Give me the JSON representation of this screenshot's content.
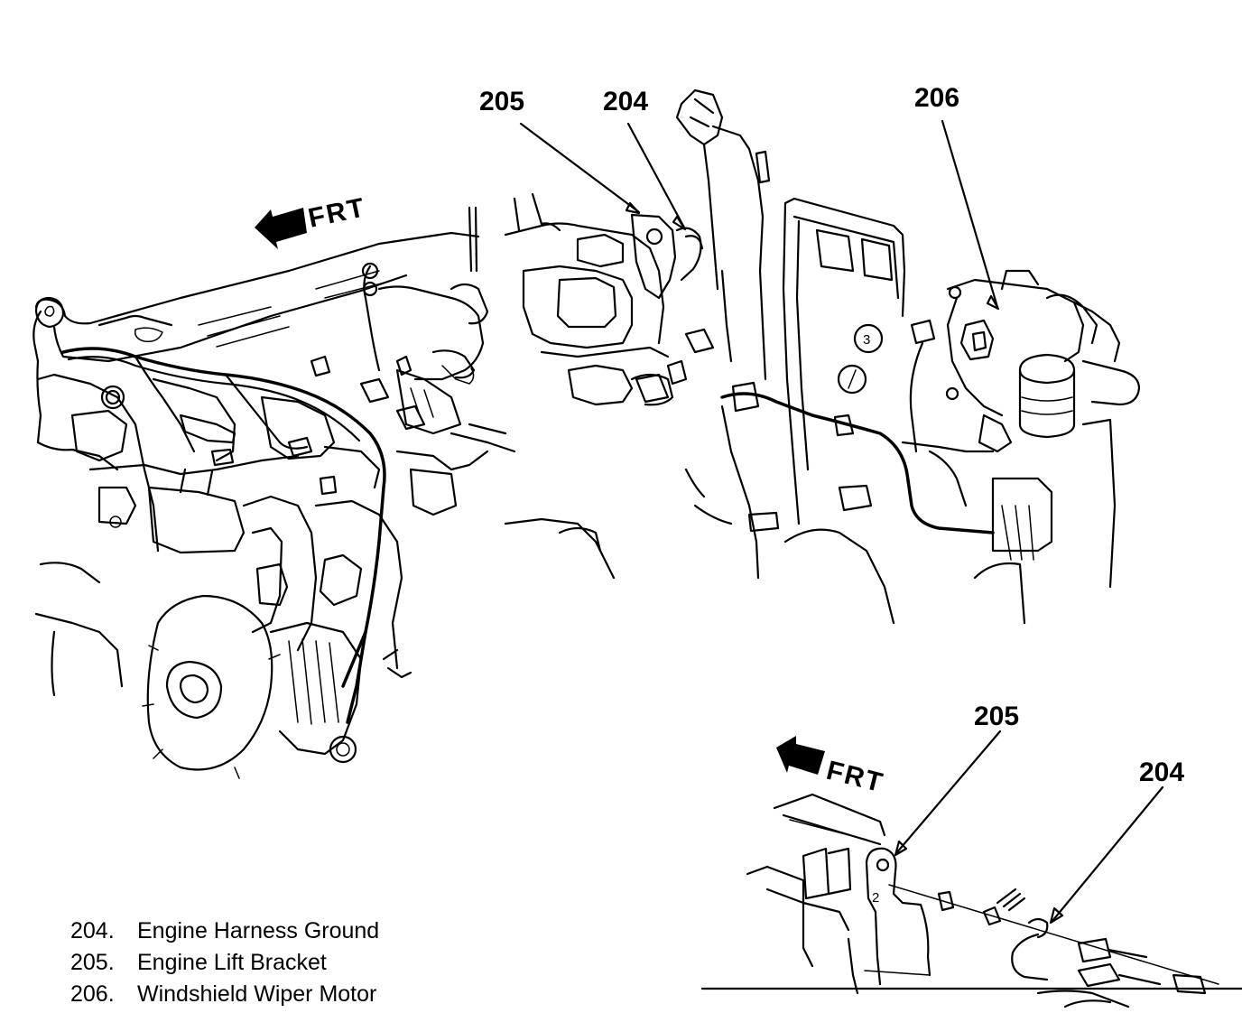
{
  "main_view": {
    "front_label": "FRT",
    "callouts": [
      "205",
      "204",
      "206"
    ],
    "panel_numbers": [
      "3",
      "1"
    ]
  },
  "detail_view": {
    "front_label": "FRT",
    "callouts": [
      "205",
      "204"
    ],
    "bracket_mark": "2"
  },
  "legend": [
    {
      "number": "204.",
      "text": "Engine Harness Ground"
    },
    {
      "number": "205.",
      "text": "Engine Lift Bracket"
    },
    {
      "number": "206.",
      "text": "Windshield Wiper Motor"
    }
  ]
}
